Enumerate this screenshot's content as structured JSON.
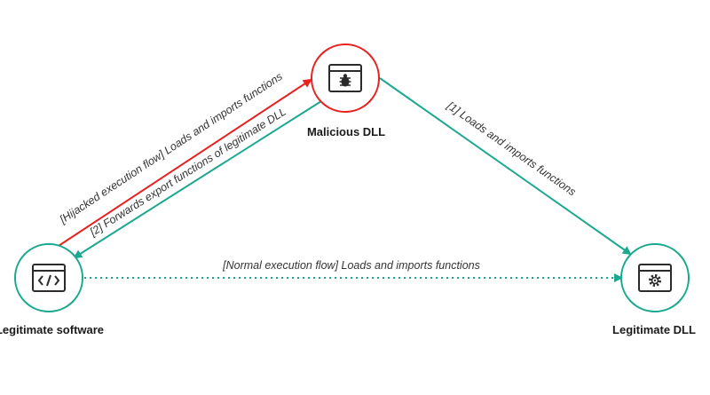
{
  "colors": {
    "teal": "#1aa88f",
    "red": "#e8201f",
    "icon": "#2b2b2b",
    "text": "#1a1a1a"
  },
  "nodes": {
    "malicious": {
      "label": "Malicious DLL",
      "icon": "bug-window-icon",
      "border": "#e8201f"
    },
    "software": {
      "label": "Legitimate software",
      "icon": "code-window-icon",
      "border": "#1aa88f"
    },
    "legit": {
      "label": "Legitimate DLL",
      "icon": "gear-window-icon",
      "border": "#1aa88f"
    }
  },
  "edges": {
    "hijacked": "[Hijacked execution flow] Loads and imports functions",
    "forwards": "[2] Forwards export functions of legitimate DLL",
    "loads": "[1] Loads and imports functions",
    "normal": "[Normal execution flow] Loads and imports functions"
  }
}
